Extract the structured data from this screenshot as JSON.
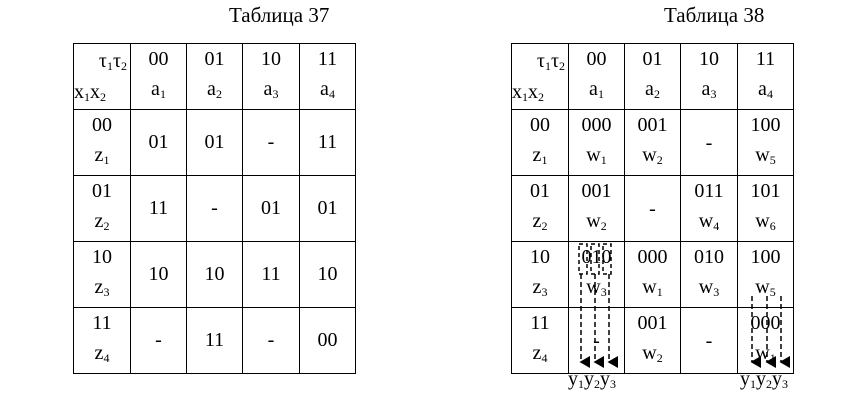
{
  "table37": {
    "caption": "Таблица 37",
    "corner": {
      "top": [
        "τ",
        "1",
        "τ",
        "2"
      ],
      "bottom": [
        "x",
        "1",
        "x",
        "2"
      ]
    },
    "columns": [
      {
        "code": "00",
        "state": [
          "a",
          "1"
        ]
      },
      {
        "code": "01",
        "state": [
          "a",
          "2"
        ]
      },
      {
        "code": "10",
        "state": [
          "a",
          "3"
        ]
      },
      {
        "code": "11",
        "state": [
          "a",
          "4"
        ]
      }
    ],
    "rows": [
      {
        "code": "00",
        "label": [
          "z",
          "1"
        ],
        "cells": [
          "01",
          "01",
          "-",
          "11"
        ]
      },
      {
        "code": "01",
        "label": [
          "z",
          "2"
        ],
        "cells": [
          "11",
          "-",
          "01",
          "01"
        ]
      },
      {
        "code": "10",
        "label": [
          "z",
          "3"
        ],
        "cells": [
          "10",
          "10",
          "11",
          "10"
        ]
      },
      {
        "code": "11",
        "label": [
          "z",
          "4"
        ],
        "cells": [
          "-",
          "11",
          "-",
          "00"
        ]
      }
    ]
  },
  "table38": {
    "caption": "Таблица 38",
    "corner": {
      "top": [
        "τ",
        "1",
        "τ",
        "2"
      ],
      "bottom": [
        "x",
        "1",
        "x",
        "2"
      ]
    },
    "columns": [
      {
        "code": "00",
        "state": [
          "a",
          "1"
        ]
      },
      {
        "code": "01",
        "state": [
          "a",
          "2"
        ]
      },
      {
        "code": "10",
        "state": [
          "a",
          "3"
        ]
      },
      {
        "code": "11",
        "state": [
          "a",
          "4"
        ]
      }
    ],
    "rows": [
      {
        "code": "00",
        "label": [
          "z",
          "1"
        ],
        "cells": [
          {
            "v": "000",
            "w": [
              "w",
              "1"
            ]
          },
          {
            "v": "001",
            "w": [
              "w",
              "2"
            ]
          },
          {
            "v": "-",
            "w": null
          },
          {
            "v": "100",
            "w": [
              "w",
              "5"
            ]
          }
        ]
      },
      {
        "code": "01",
        "label": [
          "z",
          "2"
        ],
        "cells": [
          {
            "v": "001",
            "w": [
              "w",
              "2"
            ]
          },
          {
            "v": "-",
            "w": null
          },
          {
            "v": "011",
            "w": [
              "w",
              "4"
            ]
          },
          {
            "v": "101",
            "w": [
              "w",
              "6"
            ]
          }
        ]
      },
      {
        "code": "10",
        "label": [
          "z",
          "3"
        ],
        "cells": [
          {
            "v": "010",
            "w": [
              "w",
              "3"
            ]
          },
          {
            "v": "000",
            "w": [
              "w",
              "1"
            ]
          },
          {
            "v": "010",
            "w": [
              "w",
              "3"
            ]
          },
          {
            "v": "100",
            "w": [
              "w",
              "5"
            ]
          }
        ]
      },
      {
        "code": "11",
        "label": [
          "z",
          "4"
        ],
        "cells": [
          {
            "v": "-",
            "w": null
          },
          {
            "v": "001",
            "w": [
              "w",
              "2"
            ]
          },
          {
            "v": "-",
            "w": null
          },
          {
            "v": "000",
            "w": [
              "w",
              "1"
            ]
          }
        ]
      }
    ]
  },
  "outputs": {
    "left": [
      "y",
      "1",
      "y",
      "2",
      "y",
      "3"
    ],
    "right": [
      "y",
      "1",
      "y",
      "2",
      "y",
      "3"
    ]
  }
}
